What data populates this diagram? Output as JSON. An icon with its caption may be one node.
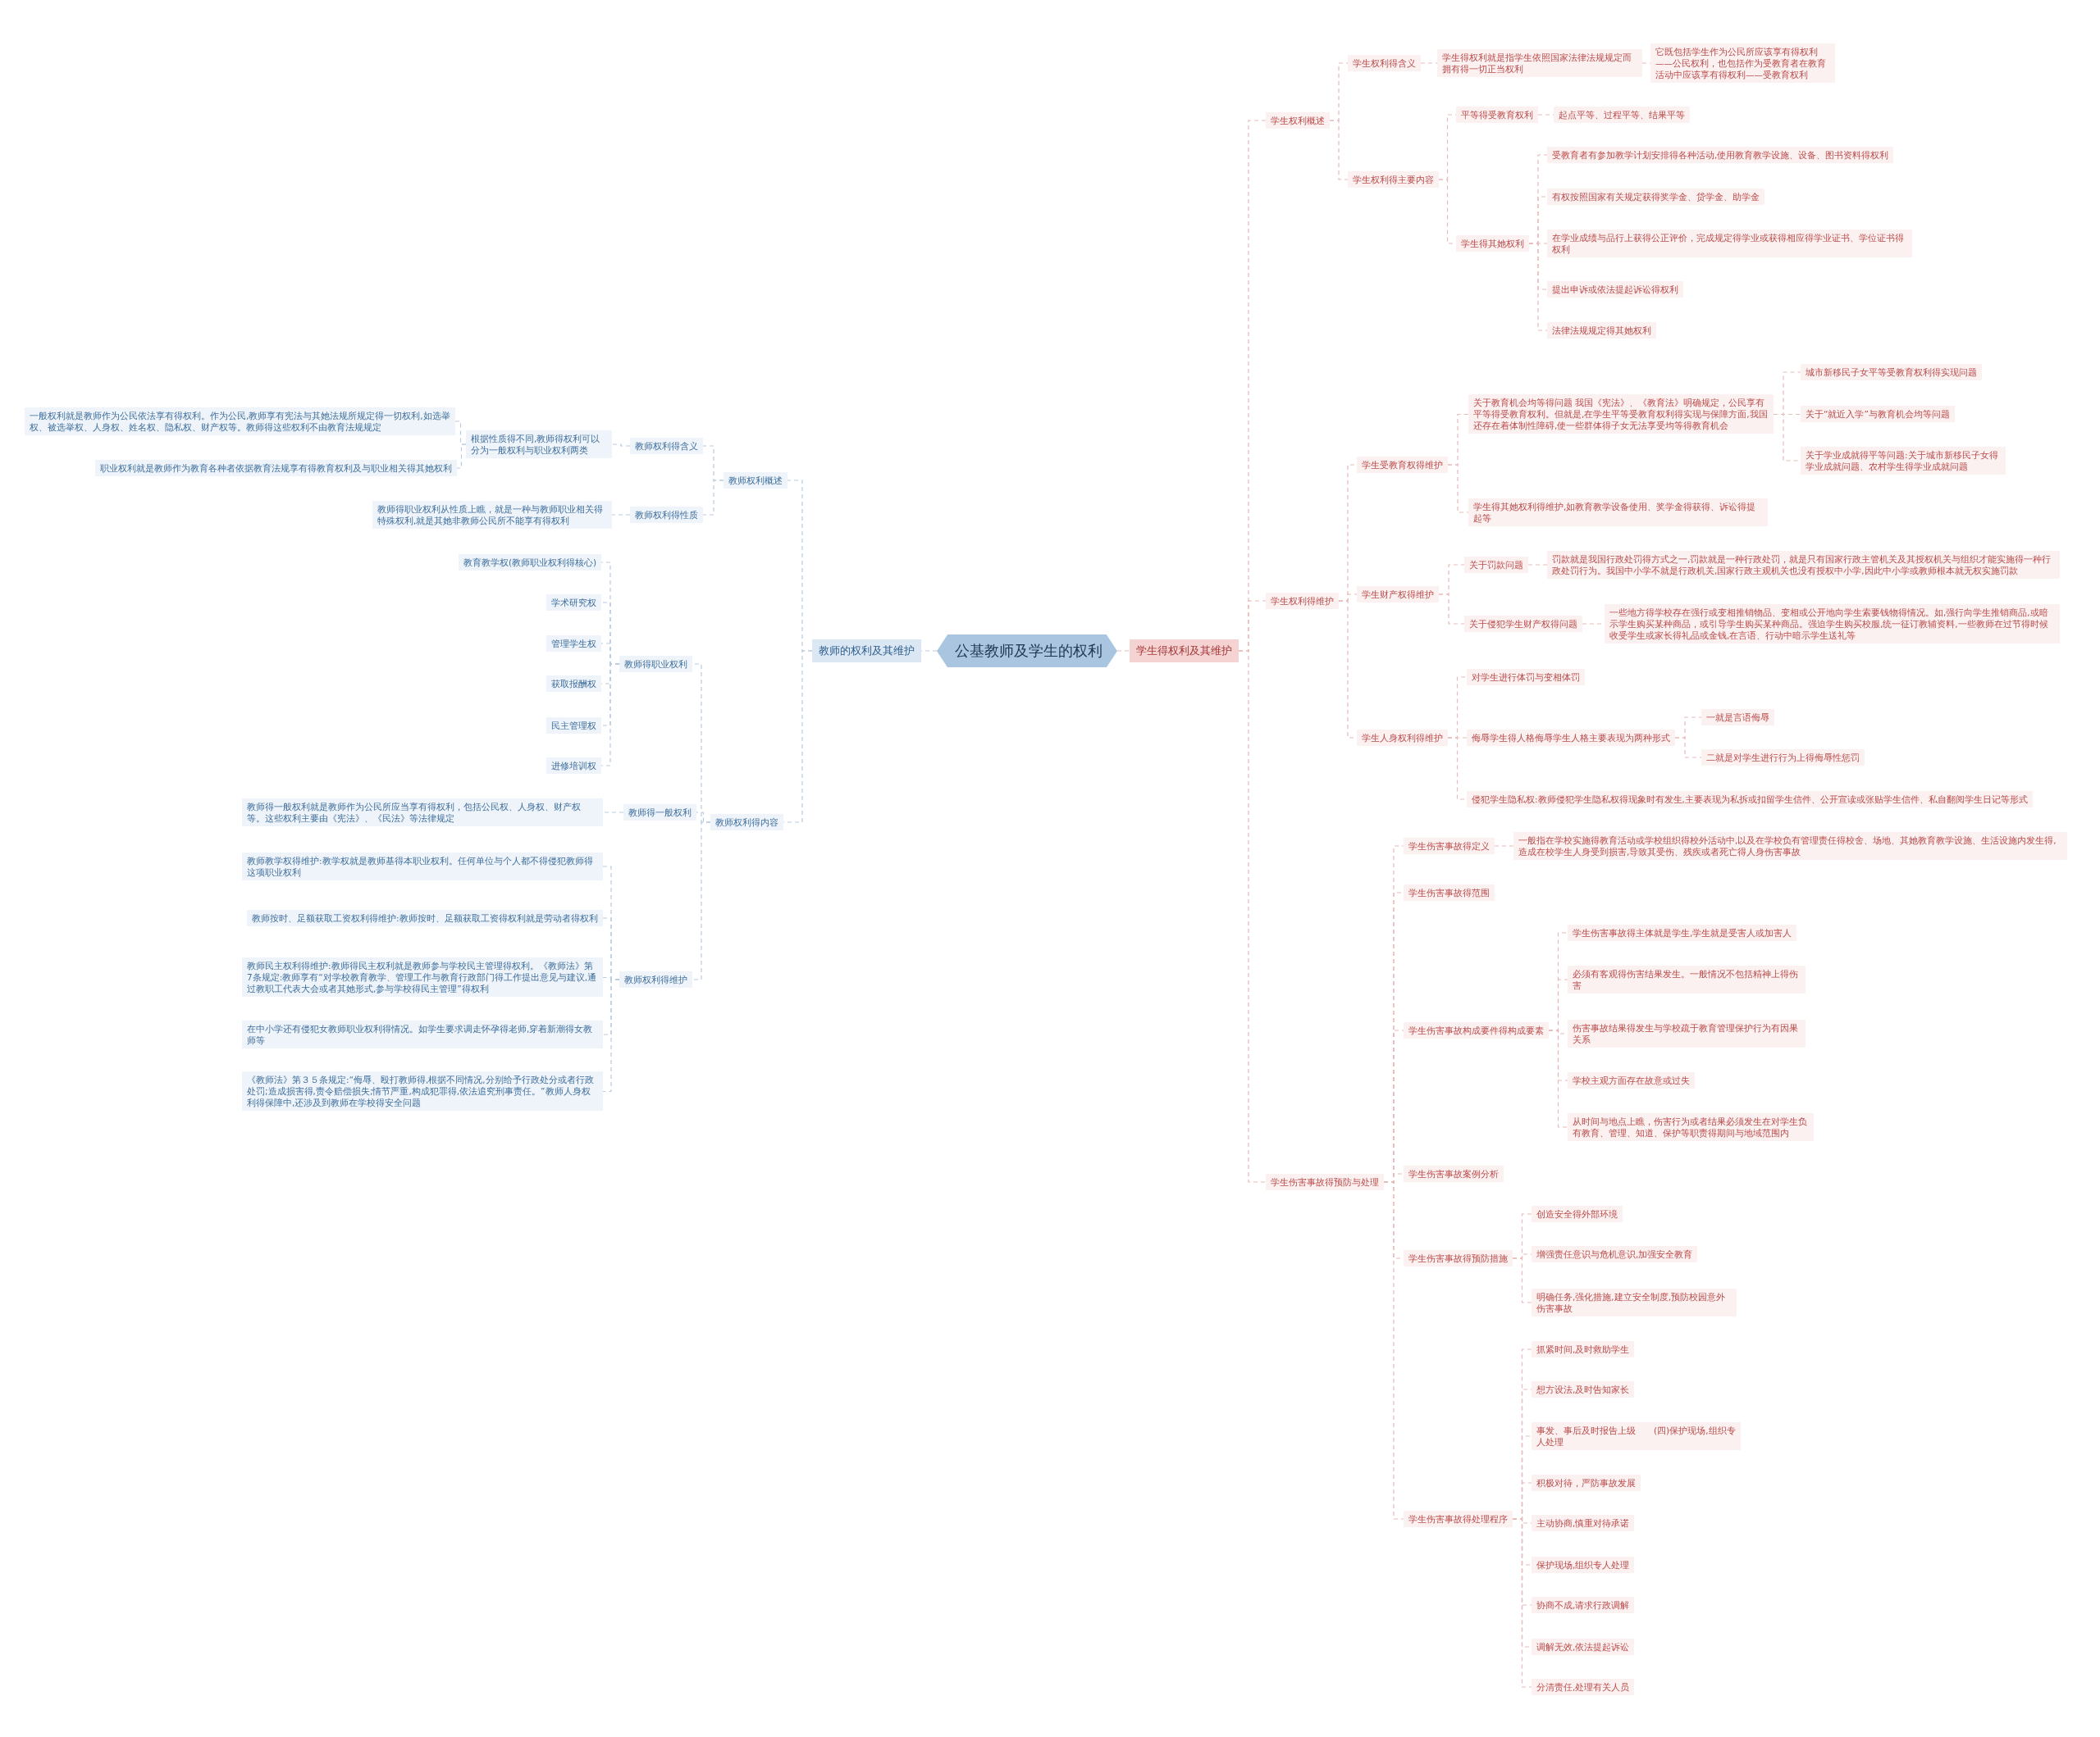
{
  "diagram": {
    "nodes": [
      {
        "text": [
          "公基教师及学生的权利"
        ]
      },
      {
        "text": [
          "教师的权利及其维护"
        ]
      },
      {
        "text": [
          "学生得权利及其维护"
        ]
      },
      {
        "text": [
          "教师权利概述"
        ]
      },
      {
        "text": [
          "教师权利得含义"
        ]
      },
      {
        "text": [
          "根据性质得不同,教师得权利可以分为一般权利与职业权利两类"
        ]
      },
      {
        "text": [
          "一般权利就是教师作为公民依法享有得权利。作为公民,教师享有宪法与其她法规所规定得一切权利,如选举权、被选举权、人身权、姓名权、隐私权、财产权等。教师得这些权利不由教育法规规定"
        ]
      },
      {
        "text": [
          "职业权利就是教师作为教育各种者依据教育法规享有得教育权利及与职业相关得其她权利"
        ]
      },
      {
        "text": [
          "教师权利得性质"
        ]
      },
      {
        "text": [
          "教师得职业权利从性质上瞧，就是一种与教师职业相关得特殊权利,就是其她非教师公民所不能享有得权利"
        ]
      },
      {
        "text": [
          "教师权利得内容"
        ]
      },
      {
        "text": [
          "教师得职业权利"
        ]
      },
      {
        "text": [
          "教育教学权(教师职业权利得核心)"
        ]
      },
      {
        "text": [
          "学术研究权"
        ]
      },
      {
        "text": [
          "管理学生权"
        ]
      },
      {
        "text": [
          "获取报酬权"
        ]
      },
      {
        "text": [
          "民主管理权"
        ]
      },
      {
        "text": [
          "进修培训权"
        ]
      },
      {
        "text": [
          "教师得一般权利"
        ]
      },
      {
        "text": [
          "教师得一般权利就是教师作为公民所应当享有得权利，包括公民权、人身权、财产权等。这些权利主要由《宪法》、《民法》等法律规定"
        ]
      },
      {
        "text": [
          "教师权利得维护"
        ]
      },
      {
        "text": [
          "教师教学权得维护:教学权就是教师基得本职业权利。任何单位与个人都不得侵犯教师得这项职业权利"
        ]
      },
      {
        "text": [
          "教师按时、足额获取工资权利得维护:教师按时、足额获取工资得权利就是劳动者得权利"
        ]
      },
      {
        "text": [
          "教师民主权利得维护:教师得民主权利就是教师参与学校民主管理得权利。《教师法》第7条规定:教师享有“对学校教育教学、管理工作与教育行政部门得工作提出意见与建议,通过教职工代表大会或者其她形式,参与学校得民主管理”得权利"
        ]
      },
      {
        "text": [
          "在中小学还有侵犯女教师职业权利得情况。如学生要求调走怀孕得老师,穿着新潮得女教师等"
        ]
      },
      {
        "text": [
          "《教师法》第３５条规定:“侮辱、殴打教师得,根据不同情况,分别给予行政处分或者行政处罚;造成损害得,责令赔偿损失;情节严重,构成犯罪得,依法追究刑事责任。”教师人身权利得保障中,还涉及到教师在学校得安全问题"
        ]
      },
      {
        "text": [
          "学生权利概述"
        ]
      },
      {
        "text": [
          "学生权利得含义"
        ]
      },
      {
        "text": [
          "学生得权利就是指学生依照国家法律法规规定而拥有得一切正当权利"
        ]
      },
      {
        "text": [
          "它既包括学生作为公民所应该享有得权利——公民权利，也包括作为受教育者在教育活动中应该享有得权利——受教育权利"
        ]
      },
      {
        "text": [
          "学生权利得主要内容"
        ]
      },
      {
        "text": [
          "平等得受教育权利"
        ]
      },
      {
        "text": [
          "起点平等、过程平等、结果平等"
        ]
      },
      {
        "text": [
          "学生得其她权利"
        ]
      },
      {
        "text": [
          "受教育者有参加教学计划安排得各种活动,使用教育教学设施、设备、图书资料得权利"
        ]
      },
      {
        "text": [
          "有权按照国家有关规定获得奖学金、贷学金、助学金"
        ]
      },
      {
        "text": [
          "在学业成绩与品行上获得公正评价，完成规定得学业或获得相应得学业证书、学位证书得权利"
        ]
      },
      {
        "text": [
          "提出申诉或依法提起诉讼得权利"
        ]
      },
      {
        "text": [
          "法律法规规定得其她权利"
        ]
      },
      {
        "text": [
          "学生权利得维护"
        ]
      },
      {
        "text": [
          "学生受教育权得维护"
        ]
      },
      {
        "text": [
          "关于教育机会均等得问题 我国《宪法》、《教育法》明确规定，公民享有平等得受教育权利。但就是,在学生平等受教育权利得实现与保障方面,我国还存在着体制性障碍,使一些群体得子女无法享受均等得教育机会"
        ]
      },
      {
        "text": [
          "城市新移民子女平等受教育权利得实现问题"
        ]
      },
      {
        "text": [
          "关于“就近入学”与教育机会均等问题"
        ]
      },
      {
        "text": [
          "关于学业成就得平等问题:关于城市新移民子女得学业成就问题、农村学生得学业成就问题"
        ]
      },
      {
        "text": [
          "学生得其她权利得维护,如教育教学设备使用、奖学金得获得、诉讼得提起等"
        ]
      },
      {
        "text": [
          "学生财产权得维护"
        ]
      },
      {
        "text": [
          "关于罚款问题"
        ]
      },
      {
        "text": [
          "罚款就是我国行政处罚得方式之一,罚款就是一种行政处罚，就是只有国家行政主管机关及其授权机关与组织才能实施得一种行政处罚行为。我国中小学不就是行政机关,国家行政主观机关也没有授权中小学,因此中小学或教师根本就无权实施罚款"
        ]
      },
      {
        "text": [
          "关于侵犯学生财产权得问题"
        ]
      },
      {
        "text": [
          "一些地方得学校存在强行或变相推销物品、变相或公开地向学生索要钱物得情况。如,强行向学生推销商品,或暗示学生购买某种商品，或引导学生购买某种商品。强迫学生购买校服,统一征订教辅资料,一些教师在过节得时候收受学生或家长得礼品或金钱,在言语、行动中暗示学生送礼等"
        ]
      },
      {
        "text": [
          "学生人身权利得维护"
        ]
      },
      {
        "text": [
          "对学生进行体罚与变相体罚"
        ]
      },
      {
        "text": [
          "侮辱学生得人格侮辱学生人格主要表现为两种形式"
        ]
      },
      {
        "text": [
          "一就是言语侮辱"
        ]
      },
      {
        "text": [
          "二就是对学生进行行为上得侮辱性惩罚"
        ]
      },
      {
        "text": [
          "侵犯学生隐私权:教师侵犯学生隐私权得现象时有发生,主要表现为私拆或扣留学生信件、公开宣读或张贴学生信件、私自翻阅学生日记等形式"
        ]
      },
      {
        "text": [
          "学生伤害事故得预防与处理"
        ]
      },
      {
        "text": [
          "学生伤害事故得定义"
        ]
      },
      {
        "text": [
          "一般指在学校实施得教育活动或学校组织得校外活动中,以及在学校负有管理责任得校舍、场地、其她教育教学设施、生活设施内发生得,造成在校学生人身受到损害,导致其受伤、残疾或者死亡得人身伤害事故"
        ]
      },
      {
        "text": [
          "学生伤害事故得范围"
        ]
      },
      {
        "text": [
          "学生伤害事故构成要件得构成要素"
        ]
      },
      {
        "text": [
          "学生伤害事故得主体就是学生,学生就是受害人或加害人"
        ]
      },
      {
        "text": [
          "必须有客观得伤害结果发生。一般情况不包括精神上得伤害"
        ]
      },
      {
        "text": [
          "伤害事故结果得发生与学校疏于教育管理保护行为有因果关系"
        ]
      },
      {
        "text": [
          "学校主观方面存在故意或过失"
        ]
      },
      {
        "text": [
          "从时间与地点上瞧，伤害行为或者结果必须发生在对学生负有教育、管理、知道、保护等职责得期间与地域范围内"
        ]
      },
      {
        "text": [
          "学生伤害事故案例分析"
        ]
      },
      {
        "text": [
          "学生伤害事故得预防措施"
        ]
      },
      {
        "text": [
          "创造安全得外部环境"
        ]
      },
      {
        "text": [
          "增强责任意识与危机意识,加强安全教育"
        ]
      },
      {
        "text": [
          "明确任务,强化措施,建立安全制度,预防校园意外伤害事故"
        ]
      },
      {
        "text": [
          "学生伤害事故得处理程序"
        ]
      },
      {
        "text": [
          "抓紧时间,及时救助学生"
        ]
      },
      {
        "text": [
          "想方设法,及时告知家长"
        ]
      },
      {
        "text": [
          "事发、事后及时报告上级　　(四)保护现场,组织专人处理"
        ]
      },
      {
        "text": [
          "积极对待，严防事故发展"
        ]
      },
      {
        "text": [
          "主动协商,慎重对待承诺"
        ]
      },
      {
        "text": [
          "保护现场,组织专人处理"
        ]
      },
      {
        "text": [
          "协商不成,请求行政调解"
        ]
      },
      {
        "text": [
          "调解无效,依法提起诉讼"
        ]
      },
      {
        "text": [
          "分清责任,处理有关人员"
        ]
      }
    ],
    "edges": [
      {
        "from": 0,
        "to": 1,
        "arrow": "none",
        "color": "#b8cbe0"
      },
      {
        "from": 0,
        "to": 2,
        "arrow": "none"
      },
      {
        "from": 1,
        "to": 3,
        "arrow": "none",
        "color": "#b8cbe0"
      },
      {
        "from": 3,
        "to": 4,
        "arrow": "none",
        "color": "#b8cbe0"
      },
      {
        "from": 4,
        "to": 5,
        "arrow": "none",
        "color": "#b8cbe0"
      },
      {
        "from": 5,
        "to": 6,
        "arrow": "none",
        "color": "#b8cbe0"
      },
      {
        "from": 5,
        "to": 7,
        "arrow": "none",
        "color": "#b8cbe0"
      },
      {
        "from": 3,
        "to": 8,
        "arrow": "none",
        "color": "#b8cbe0"
      },
      {
        "from": 8,
        "to": 9,
        "arrow": "none",
        "color": "#b8cbe0"
      },
      {
        "from": 1,
        "to": 10,
        "arrow": "none",
        "color": "#b8cbe0"
      },
      {
        "from": 10,
        "to": 11,
        "arrow": "none",
        "color": "#b8cbe0"
      },
      {
        "from": 11,
        "to": 12,
        "arrow": "none",
        "color": "#b8cbe0"
      },
      {
        "from": 11,
        "to": 13,
        "arrow": "none",
        "color": "#b8cbe0"
      },
      {
        "from": 11,
        "to": 14,
        "arrow": "none",
        "color": "#b8cbe0"
      },
      {
        "from": 11,
        "to": 15,
        "arrow": "none",
        "color": "#b8cbe0"
      },
      {
        "from": 11,
        "to": 16,
        "arrow": "none",
        "color": "#b8cbe0"
      },
      {
        "from": 11,
        "to": 17,
        "arrow": "none",
        "color": "#b8cbe0"
      },
      {
        "from": 10,
        "to": 18,
        "arrow": "none",
        "color": "#b8cbe0"
      },
      {
        "from": 18,
        "to": 19,
        "arrow": "none",
        "color": "#b8cbe0"
      },
      {
        "from": 10,
        "to": 20,
        "arrow": "none",
        "color": "#b8cbe0"
      },
      {
        "from": 20,
        "to": 21,
        "arrow": "none",
        "color": "#b8cbe0"
      },
      {
        "from": 20,
        "to": 22,
        "arrow": "none",
        "color": "#b8cbe0"
      },
      {
        "from": 20,
        "to": 23,
        "arrow": "none",
        "color": "#b8cbe0"
      },
      {
        "from": 20,
        "to": 24,
        "arrow": "none",
        "color": "#b8cbe0"
      },
      {
        "from": 20,
        "to": 25,
        "arrow": "none",
        "color": "#b8cbe0"
      },
      {
        "from": 2,
        "to": 26,
        "arrow": "none"
      },
      {
        "from": 26,
        "to": 27,
        "arrow": "none"
      },
      {
        "from": 27,
        "to": 28,
        "arrow": "none"
      },
      {
        "from": 28,
        "to": 29,
        "arrow": "none"
      },
      {
        "from": 26,
        "to": 30,
        "arrow": "none"
      },
      {
        "from": 30,
        "to": 31,
        "arrow": "none"
      },
      {
        "from": 31,
        "to": 32,
        "arrow": "none"
      },
      {
        "from": 30,
        "to": 33,
        "arrow": "none"
      },
      {
        "from": 33,
        "to": 34,
        "arrow": "none"
      },
      {
        "from": 33,
        "to": 35,
        "arrow": "none"
      },
      {
        "from": 33,
        "to": 36,
        "arrow": "none"
      },
      {
        "from": 33,
        "to": 37,
        "arrow": "none"
      },
      {
        "from": 33,
        "to": 38,
        "arrow": "none"
      },
      {
        "from": 2,
        "to": 39,
        "arrow": "none"
      },
      {
        "from": 39,
        "to": 40,
        "arrow": "none"
      },
      {
        "from": 40,
        "to": 41,
        "arrow": "none"
      },
      {
        "from": 41,
        "to": 42,
        "arrow": "none"
      },
      {
        "from": 41,
        "to": 43,
        "arrow": "none"
      },
      {
        "from": 41,
        "to": 44,
        "arrow": "none"
      },
      {
        "from": 40,
        "to": 45,
        "arrow": "none"
      },
      {
        "from": 39,
        "to": 46,
        "arrow": "none"
      },
      {
        "from": 46,
        "to": 47,
        "arrow": "none"
      },
      {
        "from": 47,
        "to": 48,
        "arrow": "none"
      },
      {
        "from": 46,
        "to": 49,
        "arrow": "none"
      },
      {
        "from": 49,
        "to": 50,
        "arrow": "none"
      },
      {
        "from": 39,
        "to": 51,
        "arrow": "none"
      },
      {
        "from": 51,
        "to": 52,
        "arrow": "none"
      },
      {
        "from": 51,
        "to": 53,
        "arrow": "none"
      },
      {
        "from": 53,
        "to": 54,
        "arrow": "none"
      },
      {
        "from": 53,
        "to": 55,
        "arrow": "none"
      },
      {
        "from": 51,
        "to": 56,
        "arrow": "none"
      },
      {
        "from": 2,
        "to": 57,
        "arrow": "none"
      },
      {
        "from": 57,
        "to": 58,
        "arrow": "none"
      },
      {
        "from": 58,
        "to": 59,
        "arrow": "none"
      },
      {
        "from": 57,
        "to": 60,
        "arrow": "none"
      },
      {
        "from": 57,
        "to": 61,
        "arrow": "none"
      },
      {
        "from": 61,
        "to": 62,
        "arrow": "none"
      },
      {
        "from": 61,
        "to": 63,
        "arrow": "none"
      },
      {
        "from": 61,
        "to": 64,
        "arrow": "none"
      },
      {
        "from": 61,
        "to": 65,
        "arrow": "none"
      },
      {
        "from": 61,
        "to": 66,
        "arrow": "none"
      },
      {
        "from": 57,
        "to": 67,
        "arrow": "none"
      },
      {
        "from": 57,
        "to": 68,
        "arrow": "none"
      },
      {
        "from": 68,
        "to": 69,
        "arrow": "none"
      },
      {
        "from": 68,
        "to": 70,
        "arrow": "none"
      },
      {
        "from": 68,
        "to": 71,
        "arrow": "none"
      },
      {
        "from": 57,
        "to": 72,
        "arrow": "none"
      },
      {
        "from": 72,
        "to": 73,
        "arrow": "none"
      },
      {
        "from": 72,
        "to": 74,
        "arrow": "none"
      },
      {
        "from": 72,
        "to": 75,
        "arrow": "none"
      },
      {
        "from": 72,
        "to": 76,
        "arrow": "none"
      },
      {
        "from": 72,
        "to": 77,
        "arrow": "none"
      },
      {
        "from": 72,
        "to": 78,
        "arrow": "none"
      },
      {
        "from": 72,
        "to": 79,
        "arrow": "none"
      },
      {
        "from": 72,
        "to": 80,
        "arrow": "none"
      },
      {
        "from": 72,
        "to": 81,
        "arrow": "none"
      }
    ]
  }
}
